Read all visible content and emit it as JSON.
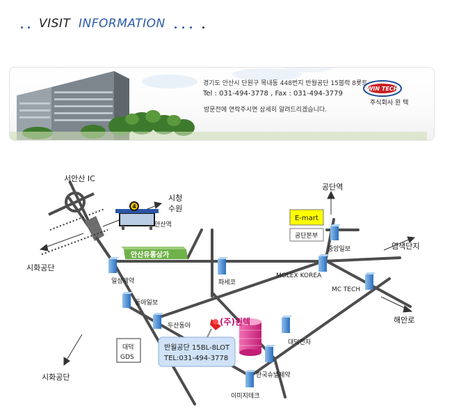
{
  "header": {
    "visit": "VISIT",
    "information": "INFORMATION"
  },
  "banner": {
    "address": "경기도 안산시 단원구 목내동 448번지 반월공단 15블럭 8롯트",
    "tel_label": "Tel : 031-494-3778 ,  Fax : 031-494-3779",
    "notice": "방문전에 연락주시면 상세히 알려드리겠습니다.",
    "logo_text": "WIN TECH",
    "company": "주식회사 윈 텍"
  },
  "map": {
    "labels": {
      "seoansan_ic": "서안산 IC",
      "sicheong": "시청",
      "suwon": "수원",
      "ansan_station": "안산역",
      "subway_number": "4",
      "ansan_mall": "안산유통상가",
      "sihwa_top": "시화공단",
      "ilseong": "일성제약",
      "donga_ilbo": "동아일보",
      "dusan_donga": "두산동아",
      "daedeok_gds_1": "대덕",
      "daedeok_gds_2": "GDS",
      "sihwa_bottom": "시화공단",
      "paseko": "파세코",
      "gongdan_station": "공단역",
      "emart": "E-mart",
      "gongdan_hq": "공단본부",
      "joongang_ilbo": "중앙일보",
      "molex": "MOLEX KOREA",
      "yeomsaek": "염색단지",
      "mc_tech": "MC TECH",
      "haeanro": "해안로",
      "wintech": "(주)윈텍",
      "daedeok_elec": "대덕전자",
      "hankook_pharma": "한국슈넬제약",
      "imiji_tech": "이미지테크",
      "callout_1": "반월공단 15BL-8LOT",
      "callout_2": "TEL:031-494-3778"
    }
  }
}
